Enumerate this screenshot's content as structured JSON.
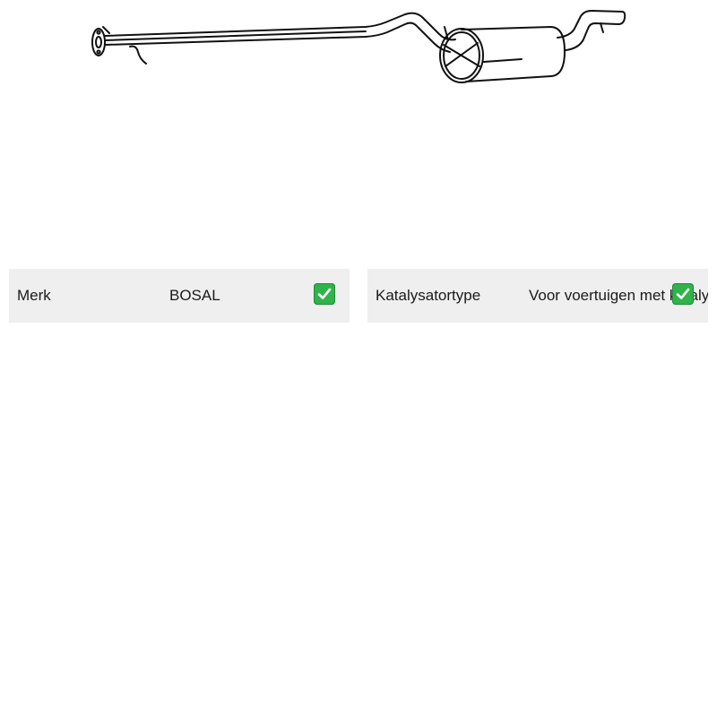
{
  "product": {
    "image_icon": "exhaust-pipe-muffler-icon"
  },
  "attributes": [
    {
      "label": "Merk",
      "value": "BOSAL",
      "status_icon": "check-mark-icon"
    },
    {
      "label": "Katalysatortype",
      "value": "Voor voertuigen met katalysator",
      "status_icon": "check-mark-icon"
    }
  ],
  "colors": {
    "card_background": "#efefef",
    "check_green": "#2fb34a"
  }
}
